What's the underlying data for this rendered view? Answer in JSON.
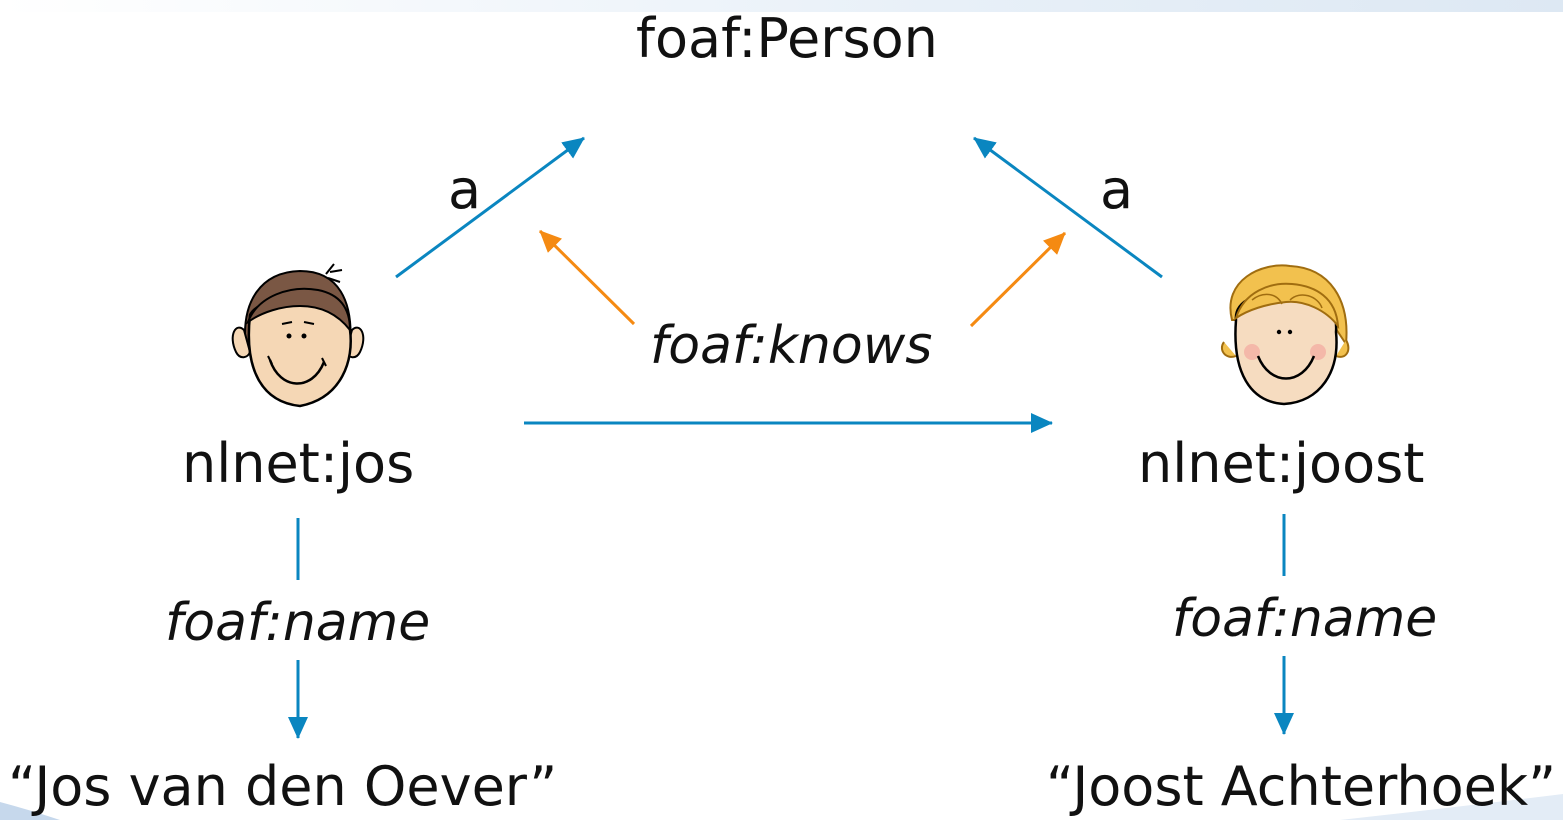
{
  "colors": {
    "blue_arrow": "#0a86c0",
    "orange_arrow": "#f58a12",
    "text": "#111111"
  },
  "classes": {
    "person": "foaf:Person"
  },
  "edges": {
    "type_label_left": "a",
    "type_label_right": "a",
    "knows": "foaf:knows"
  },
  "nodes": {
    "jos": {
      "id": "nlnet:jos",
      "name_predicate": "foaf:name",
      "name_literal": "“Jos van den Oever”",
      "avatar": "boy-face-icon"
    },
    "joost": {
      "id": "nlnet:joost",
      "name_predicate": "foaf:name",
      "name_literal": "“Joost Achterhoek”",
      "avatar": "blond-child-face-icon"
    }
  }
}
